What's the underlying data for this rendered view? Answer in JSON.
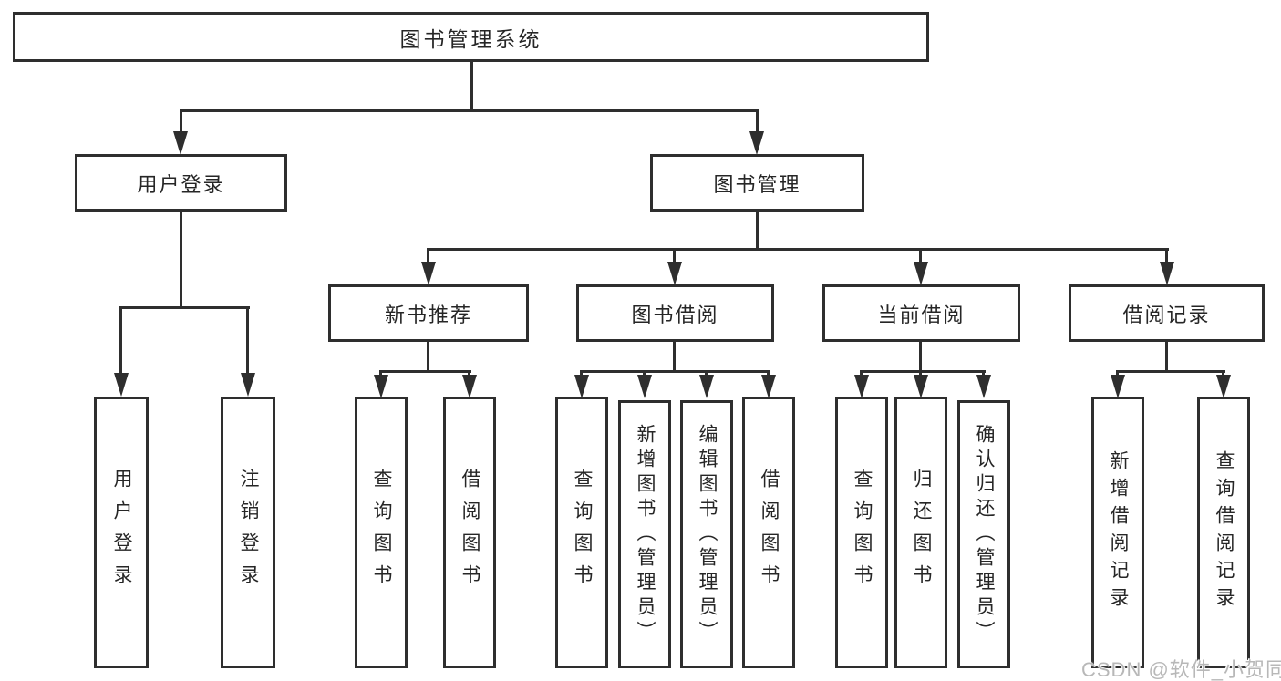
{
  "tree": {
    "root": {
      "label": "图书管理系统"
    },
    "branches": [
      {
        "label": "用户登录",
        "children": [
          {
            "label": "用户登录"
          },
          {
            "label": "注销登录"
          }
        ]
      },
      {
        "label": "图书管理",
        "children": [
          {
            "label": "新书推荐",
            "children": [
              {
                "label": "查询图书"
              },
              {
                "label": "借阅图书"
              }
            ]
          },
          {
            "label": "图书借阅",
            "children": [
              {
                "label": "查询图书"
              },
              {
                "label": "新增图书（管理员）"
              },
              {
                "label": "编辑图书（管理员）"
              },
              {
                "label": "借阅图书"
              }
            ]
          },
          {
            "label": "当前借阅",
            "children": [
              {
                "label": "查询图书"
              },
              {
                "label": "归还图书"
              },
              {
                "label": "确认归还（管理员）"
              }
            ]
          },
          {
            "label": "借阅记录",
            "children": [
              {
                "label": "新增借阅记录"
              },
              {
                "label": "查询借阅记录"
              }
            ]
          }
        ]
      }
    ]
  },
  "watermark": {
    "text": "CSDN @软件_小贺同学"
  },
  "colors": {
    "line": "#2e2e2e",
    "text": "#262626",
    "watermark": "#b8b8b8",
    "background": "#ffffff"
  }
}
